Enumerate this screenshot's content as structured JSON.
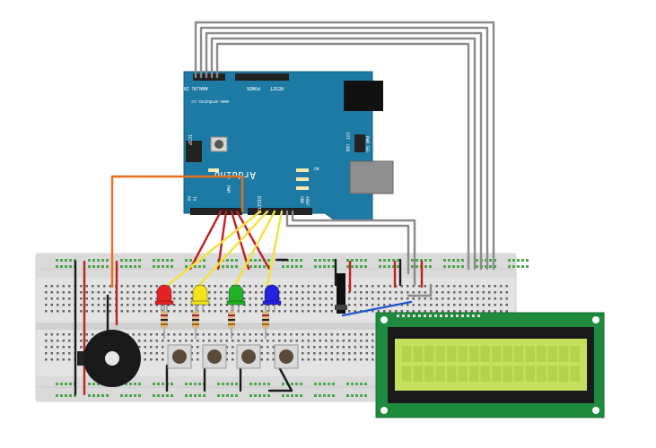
{
  "arduino": {
    "brand": "Arduino",
    "url": "www.arduino.cc",
    "header_analog": "ANALOG IN",
    "header_power": "POWER",
    "header_digital": "DIGITAL",
    "label_reset": "RESET",
    "label_icsp": "ICSP",
    "label_tx": "TX",
    "label_rx": "RX",
    "label_aref": "AREF",
    "label_gnd": "GND",
    "label_pwr_sel": "PWR SEL",
    "label_ext": "EXT",
    "label_usb": "USB",
    "label_pwm": "PWM",
    "label_on": "ON",
    "label_l": "L",
    "color_board": "#1d7aa5"
  },
  "components": {
    "leds": [
      {
        "name": "red-led",
        "color": "#e82222"
      },
      {
        "name": "yellow-led",
        "color": "#f2e21b"
      },
      {
        "name": "green-led",
        "color": "#21b228"
      },
      {
        "name": "blue-led",
        "color": "#2222e0"
      }
    ],
    "buttons_count": 4,
    "resistors_count": 4,
    "buzzer": "piezo-buzzer",
    "potentiometer": "trim-potentiometer",
    "lcd": {
      "type": "16x2",
      "color_screen": "#c5e05c",
      "color_pcb": "#1e8a3e"
    }
  },
  "wire_colors": {
    "orange": "#e8701a",
    "red": "#c41f1f",
    "yellow": "#f3e23a",
    "gray": "#8a8a8a",
    "black": "#1a1a1a",
    "blue": "#2255cc"
  }
}
